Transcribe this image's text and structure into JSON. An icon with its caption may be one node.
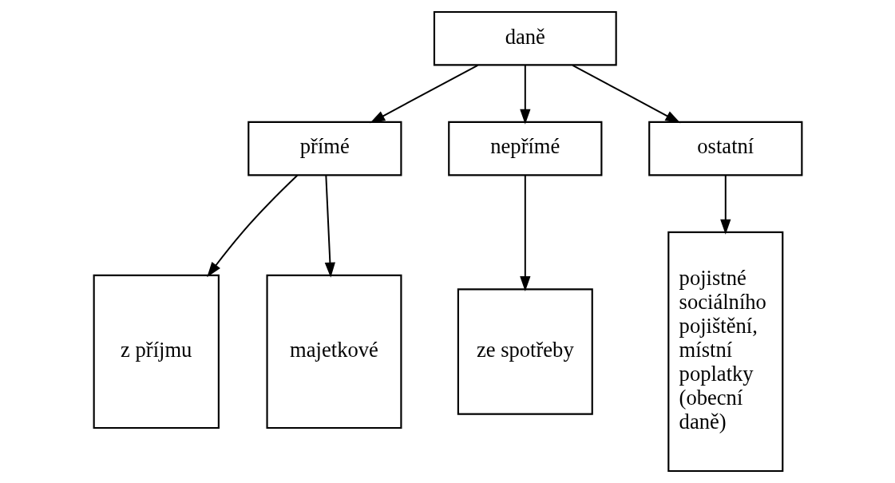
{
  "diagram": {
    "nodes": [
      {
        "text": [
          "daně"
        ]
      },
      {
        "text": [
          "přímé"
        ]
      },
      {
        "text": [
          "nepřímé"
        ]
      },
      {
        "text": [
          "ostatní"
        ]
      },
      {
        "text": [
          "z příjmu"
        ]
      },
      {
        "text": [
          "majetkové"
        ]
      },
      {
        "text": [
          "ze spotřeby"
        ]
      },
      {
        "text": [
          "pojistné sociálního pojištění, místní poplatky (obecní daně)"
        ]
      }
    ],
    "edges": [
      {
        "from": 0,
        "to": 1,
        "arrow": "to"
      },
      {
        "from": 0,
        "to": 2,
        "arrow": "to"
      },
      {
        "from": 0,
        "to": 3,
        "arrow": "to"
      },
      {
        "from": 1,
        "to": 4,
        "arrow": "to"
      },
      {
        "from": 1,
        "to": 5,
        "arrow": "to"
      },
      {
        "from": 2,
        "to": 6,
        "arrow": "to"
      },
      {
        "from": 3,
        "to": 7,
        "arrow": "to"
      }
    ]
  }
}
